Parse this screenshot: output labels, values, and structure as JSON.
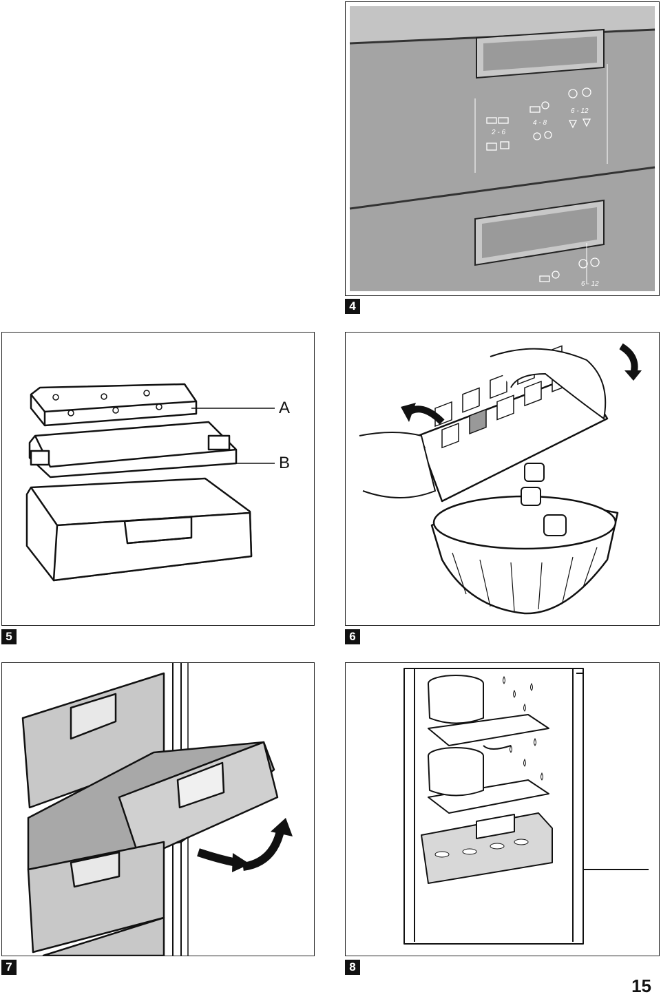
{
  "figures": [
    {
      "number": "4",
      "zones": [
        "2 - 6",
        "4 - 8",
        "6 - 12"
      ],
      "lower_zone": "6 - 12"
    },
    {
      "number": "5",
      "labels": [
        "A",
        "B"
      ]
    },
    {
      "number": "6"
    },
    {
      "number": "7"
    },
    {
      "number": "8"
    }
  ],
  "page_number": "15",
  "colors": {
    "panel_gray": "#a8a8a8",
    "panel_dark": "#8e8e8e",
    "line": "#111111"
  }
}
